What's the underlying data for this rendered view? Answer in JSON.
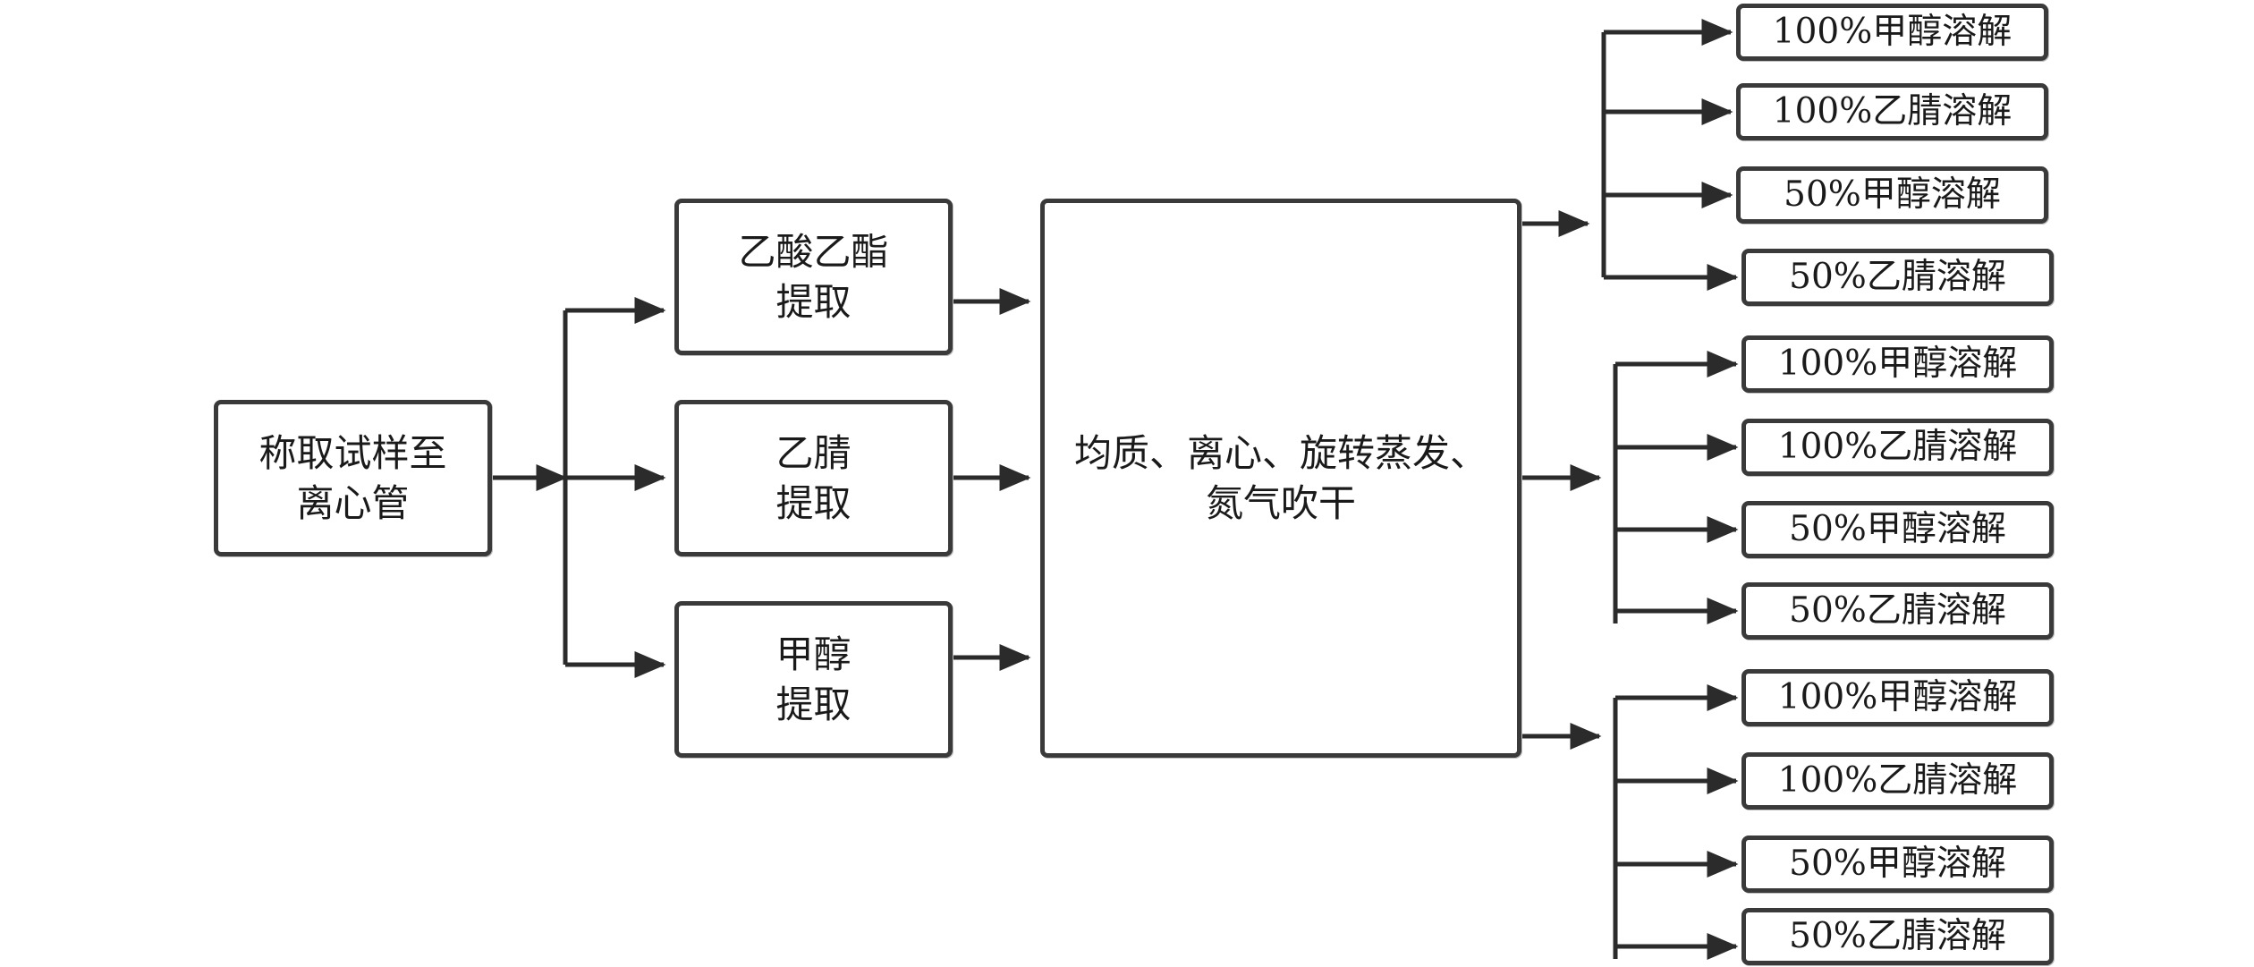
{
  "start": {
    "lines": [
      "称取试样至",
      "离心管"
    ]
  },
  "extractions": [
    {
      "lines": [
        "乙酸乙酯",
        "提取"
      ]
    },
    {
      "lines": [
        "乙腈",
        "提取"
      ]
    },
    {
      "lines": [
        "甲醇",
        "提取"
      ]
    }
  ],
  "process": {
    "lines": [
      "均质、离心、旋转蒸发、",
      "氮气吹干"
    ]
  },
  "outputs": [
    {
      "items": [
        "100%甲醇溶解",
        "100%乙腈溶解",
        "50%甲醇溶解",
        "50%乙腈溶解"
      ]
    },
    {
      "items": [
        "100%甲醇溶解",
        "100%乙腈溶解",
        "50%甲醇溶解",
        "50%乙腈溶解"
      ]
    },
    {
      "items": [
        "100%甲醇溶解",
        "100%乙腈溶解",
        "50%甲醇溶解",
        "50%乙腈溶解"
      ]
    }
  ]
}
